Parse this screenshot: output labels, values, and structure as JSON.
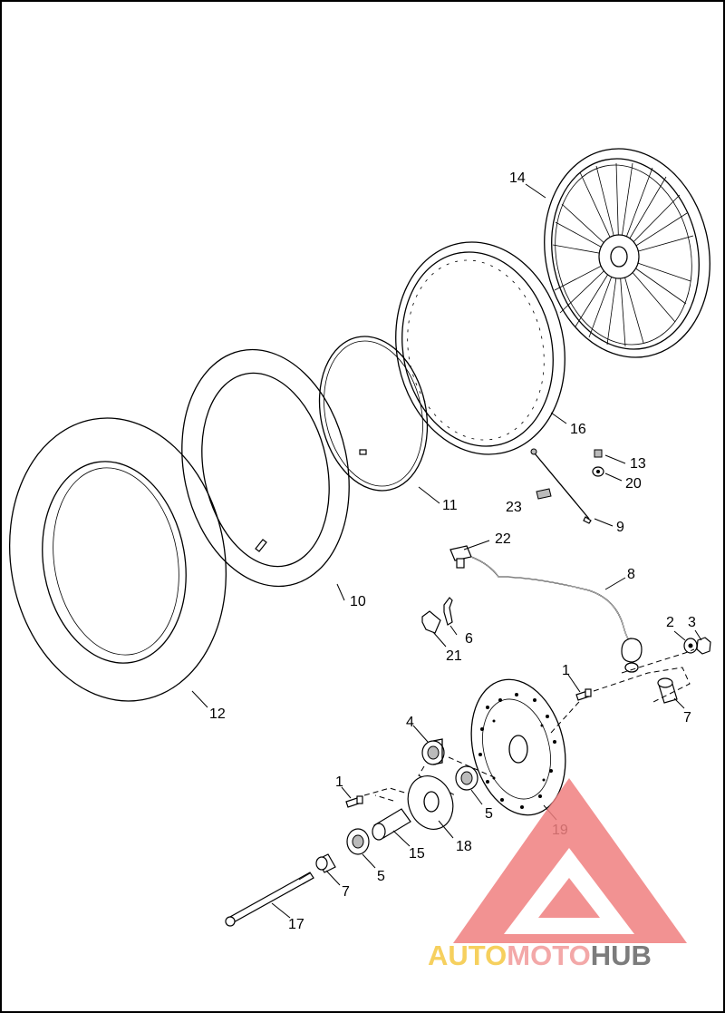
{
  "diagram": {
    "callouts": [
      {
        "id": "c14",
        "text": "14"
      },
      {
        "id": "c16",
        "text": "16"
      },
      {
        "id": "c13",
        "text": "13"
      },
      {
        "id": "c20",
        "text": "20"
      },
      {
        "id": "c11",
        "text": "11"
      },
      {
        "id": "c23",
        "text": "23"
      },
      {
        "id": "c9",
        "text": "9"
      },
      {
        "id": "c22",
        "text": "22"
      },
      {
        "id": "c8",
        "text": "8"
      },
      {
        "id": "c10",
        "text": "10"
      },
      {
        "id": "c6",
        "text": "6"
      },
      {
        "id": "c21",
        "text": "21"
      },
      {
        "id": "c2",
        "text": "2"
      },
      {
        "id": "c3",
        "text": "3"
      },
      {
        "id": "c1a",
        "text": "1"
      },
      {
        "id": "c7a",
        "text": "7"
      },
      {
        "id": "c12",
        "text": "12"
      },
      {
        "id": "c4",
        "text": "4"
      },
      {
        "id": "c1b",
        "text": "1"
      },
      {
        "id": "c5a",
        "text": "5"
      },
      {
        "id": "c19",
        "text": "19"
      },
      {
        "id": "c18",
        "text": "18"
      },
      {
        "id": "c15",
        "text": "15"
      },
      {
        "id": "c5b",
        "text": "5"
      },
      {
        "id": "c7b",
        "text": "7"
      },
      {
        "id": "c17",
        "text": "17"
      }
    ]
  },
  "watermark": {
    "part1": "AUTO",
    "part2": "MOTO",
    "part3": "HUB",
    "colors": {
      "triangle": "#f07f7f",
      "auto": "#f5c842",
      "moto": "#f29a9a",
      "hub": "#666666"
    }
  }
}
